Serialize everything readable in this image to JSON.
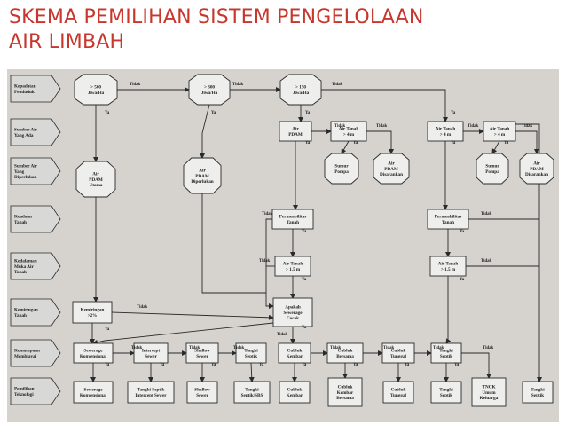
{
  "slide": {
    "title_line1": "SKEMA PEMILIHAN SISTEM PENGELOLAAN",
    "title_line2": "AIR LIMBAH"
  },
  "colors": {
    "title": "#c8372d",
    "diagram_background": "#d6d3cf",
    "box_fill": "#eeeeec",
    "arrow_fill": "#d8d8d6",
    "line": "#2a2a2a"
  },
  "criteria": [
    [
      "Kepadatan",
      "Penduduk"
    ],
    [
      "Sumber Air",
      "Yang Ada"
    ],
    [
      "Sumber Air",
      "Yang",
      "Diperlukan"
    ],
    [
      "Keadaan",
      "Tanah"
    ],
    [
      "Kedalaman",
      "Muka Air",
      "Tanah"
    ],
    [
      "Kemiringan",
      "Tanah"
    ],
    [
      "Kemampuan",
      "Membiayai"
    ],
    [
      "Pemilihan",
      "Teknologi"
    ]
  ],
  "nodes": {
    "oct_500": [
      "> 500",
      "Jiwa/Ha"
    ],
    "oct_300": [
      "> 300",
      "Jiwa/Ha"
    ],
    "oct_150": [
      "> 150",
      "Jiwa/Ha"
    ],
    "air_pdam_top": [
      "Air",
      "PDAM"
    ],
    "air_tanah_4m_a": [
      "Air Tanah",
      "> 4 m"
    ],
    "air_tanah_4m_b": [
      "Air Tanah",
      "> 4 m"
    ],
    "air_tanah_4m_c": [
      "Air Tanah",
      "> 4 m"
    ],
    "air_pdam_utama": [
      "Air",
      "PDAM",
      "Utama"
    ],
    "air_pdam_diperlukan": [
      "Air",
      "PDAM",
      "Diperlukan"
    ],
    "sumur_pompa_a": [
      "Sumur",
      "Pompa"
    ],
    "air_pdam_disarankan_a": [
      "Air",
      "PDAM",
      "Disarankan"
    ],
    "sumur_pompa_b": [
      "Sumur",
      "Pompa"
    ],
    "air_pdam_disarankan_b": [
      "Air",
      "PDAM",
      "Disarankan"
    ],
    "permeabilitas_a": [
      "Permeabilitas",
      "Tanah"
    ],
    "permeabilitas_b": [
      "Permeabilitas",
      "Tanah"
    ],
    "air_tanah_15_a": [
      "Air Tanah",
      "> 1.5 m"
    ],
    "air_tanah_15_b": [
      "Air Tanah",
      "> 1.5 m"
    ],
    "kemiringan_2": [
      "Kemiringan",
      ">2%"
    ],
    "apakah_sewerage": [
      "Apakah",
      "Sewerage",
      "Cocok"
    ],
    "b_sewerage": [
      "Sewerage",
      "Konvensional"
    ],
    "b_intercept": [
      "Intercept",
      "Sewer"
    ],
    "b_shallow": [
      "Shallow",
      "Sewer"
    ],
    "b_tangki_sbs": [
      "Tangki",
      "Septik"
    ],
    "b_cubluk_kembar": [
      "Cubluk",
      "Kembar"
    ],
    "b_cubluk_bersama": [
      "Cubluk",
      "Bersama"
    ],
    "b_cubluk_tunggal": [
      "Cubluk",
      "Tunggal"
    ],
    "b_tangki_septik": [
      "Tangki",
      "Septik"
    ],
    "t_sewerage": [
      "Sewerage",
      "Konvensional"
    ],
    "t_tangki_intercept": [
      "Tangki Septik",
      "Intercept Sewer"
    ],
    "t_shallow": [
      "Shallow",
      "Sewer"
    ],
    "t_tangki_sbs": [
      "Tangki",
      "Septik/SBS"
    ],
    "t_cubluk_kembar": [
      "Cubluk",
      "Kembar"
    ],
    "t_cubluk_kembar_bersama": [
      "Cubluk",
      "Kembar",
      "Bersama"
    ],
    "t_cubluk_tunggal": [
      "Cubluk",
      "Tunggal"
    ],
    "t_tangki_septik": [
      "Tangki",
      "Septik"
    ],
    "t_tnck": [
      "TNCK",
      "Umum",
      "Keluarga"
    ],
    "t_tangki_septik_right": [
      "Tangki",
      "Septik"
    ]
  },
  "edge_labels": {
    "ya": "Ya",
    "tidak": "Tidak"
  }
}
